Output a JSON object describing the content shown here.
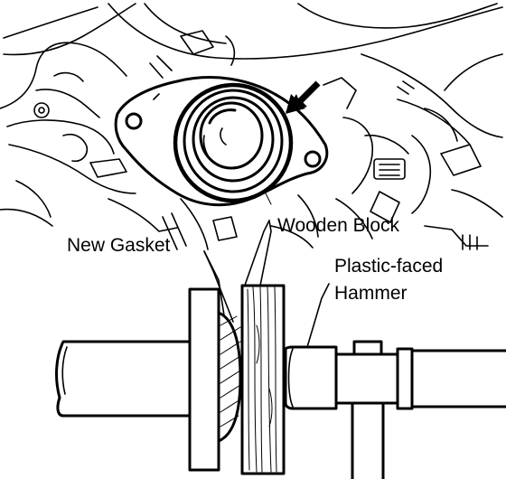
{
  "labels": {
    "wooden_block": "Wooden Block",
    "new_gasket": "New Gasket",
    "hammer_line1": "Plastic-faced",
    "hammer_line2": "Hammer"
  },
  "colors": {
    "ink": "#000000",
    "paper": "#ffffff"
  },
  "icons": {
    "pointer": "black-arrow-icon"
  }
}
